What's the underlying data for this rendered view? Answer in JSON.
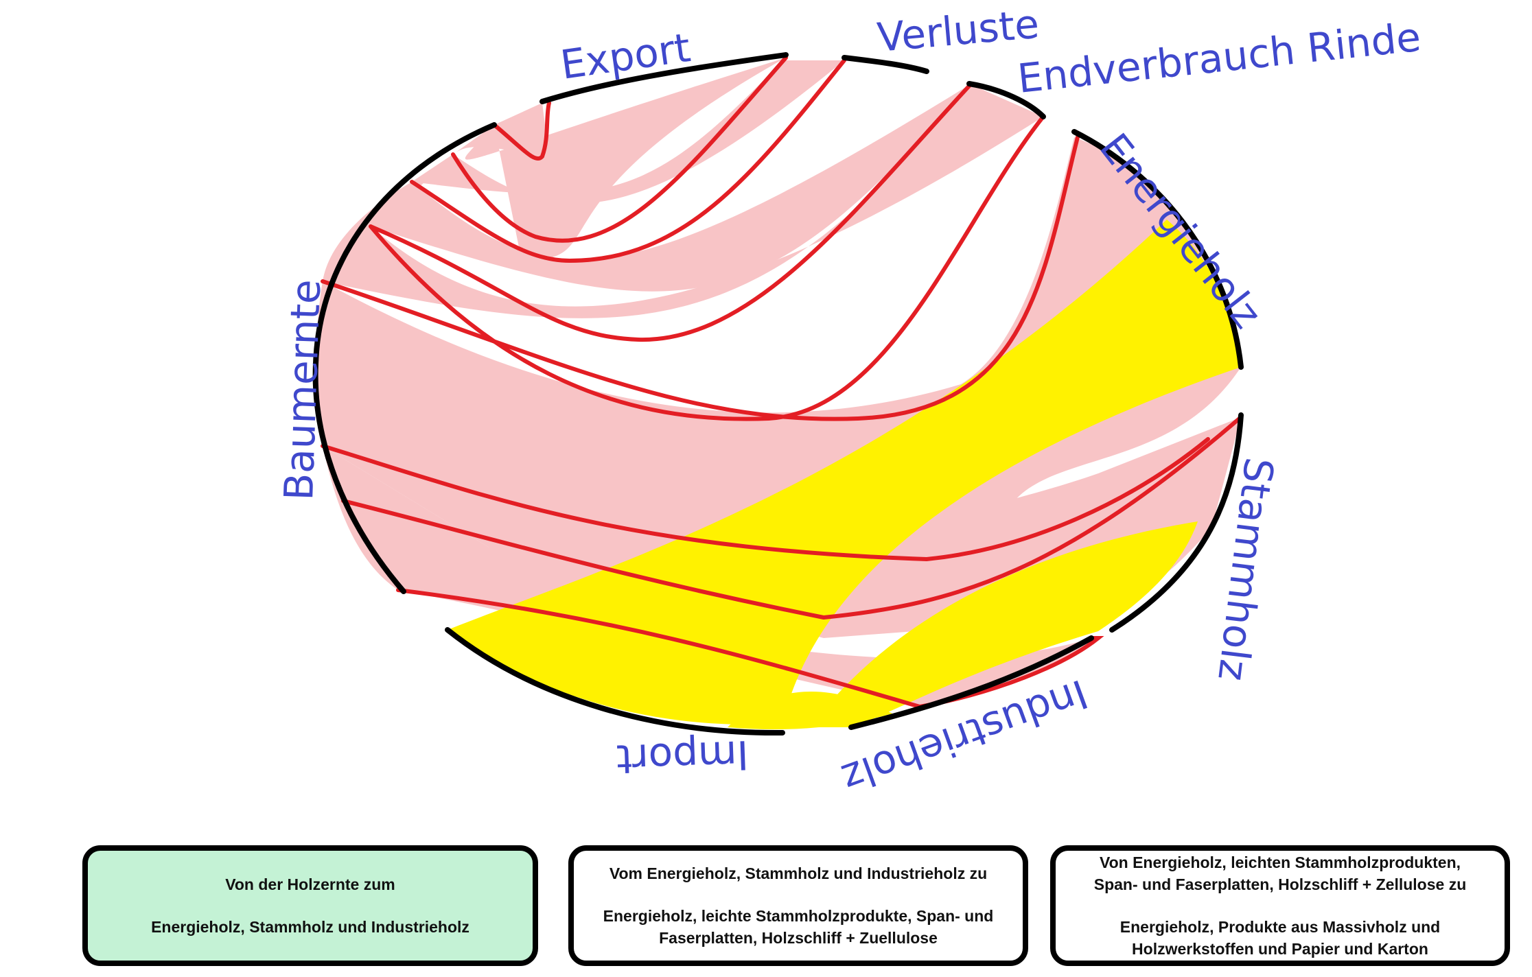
{
  "labels": {
    "export": "Export",
    "verluste": "Verluste",
    "endverbrauch": "Endverbrauch Rinde",
    "energieholz": "Energieholz",
    "baumernte": "Baumernte",
    "stammholz": "Stammholz",
    "industrieholz": "Industrieholz",
    "import": "Import"
  },
  "boxes": [
    {
      "line1": "Von der Holzernte zum",
      "line2": "Energieholz, Stammholz und Industrieholz"
    },
    {
      "line1": "Vom Energieholz, Stammholz und Industrieholz zu",
      "line2": "Energieholz, leichte Stammholzprodukte, Span- und Faserplatten, Holzschliff + Zuellulose"
    },
    {
      "line1": "Von Energieholz, leichten Stammholzprodukten, Span- und Faserplatten, Holzschliff + Zellulose zu",
      "line2": "Energieholz, Produkte aus Massivholz und Holzwerkstoffen und Papier und Karton"
    }
  ],
  "colors": {
    "flow_fill": "#f8c4c6",
    "flow_stroke": "#e31e24",
    "highlight_flow": "#fff200",
    "arc": "#000000",
    "label_text": "#3f48cc",
    "box1_bg": "#c4f2d5"
  }
}
